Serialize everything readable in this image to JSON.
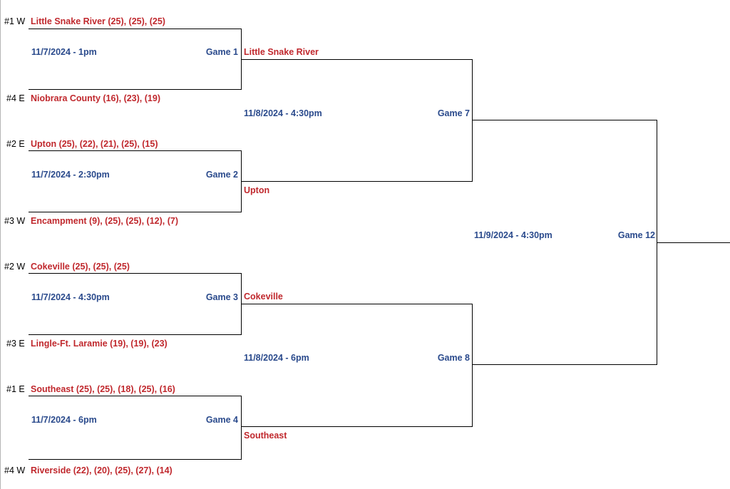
{
  "colors": {
    "team": "#c0282d",
    "info": "#2a4a8c",
    "line": "#000000"
  },
  "round1": [
    {
      "game": "Game 1",
      "date": "11/7/2024 - 1pm",
      "top": {
        "seed": "#1 W",
        "team": "Little Snake River (25), (25), (25)"
      },
      "bottom": {
        "seed": "#4 E",
        "team": "Niobrara County (16), (23), (19)"
      }
    },
    {
      "game": "Game 2",
      "date": "11/7/2024 - 2:30pm",
      "top": {
        "seed": "#2 E",
        "team": "Upton (25), (22), (21), (25), (15)"
      },
      "bottom": {
        "seed": "#3 W",
        "team": "Encampment (9), (25), (25), (12), (7)"
      }
    },
    {
      "game": "Game 3",
      "date": "11/7/2024 - 4:30pm",
      "top": {
        "seed": "#2 W",
        "team": "Cokeville (25), (25), (25)"
      },
      "bottom": {
        "seed": "#3 E",
        "team": "Lingle-Ft. Laramie (19), (19), (23)"
      }
    },
    {
      "game": "Game 4",
      "date": "11/7/2024 - 6pm",
      "top": {
        "seed": "#1 E",
        "team": "Southeast (25), (25), (18), (25), (16)"
      },
      "bottom": {
        "seed": "#4 W",
        "team": "Riverside (22), (20), (25), (27), (14)"
      }
    }
  ],
  "round2": [
    {
      "game": "Game 7",
      "date": "11/8/2024 - 4:30pm",
      "top_team": "Little Snake River",
      "bottom_team": "Upton"
    },
    {
      "game": "Game 8",
      "date": "11/8/2024 - 6pm",
      "top_team": "Cokeville",
      "bottom_team": "Southeast"
    }
  ],
  "final": {
    "game": "Game 12",
    "date": "11/9/2024 - 4:30pm"
  }
}
